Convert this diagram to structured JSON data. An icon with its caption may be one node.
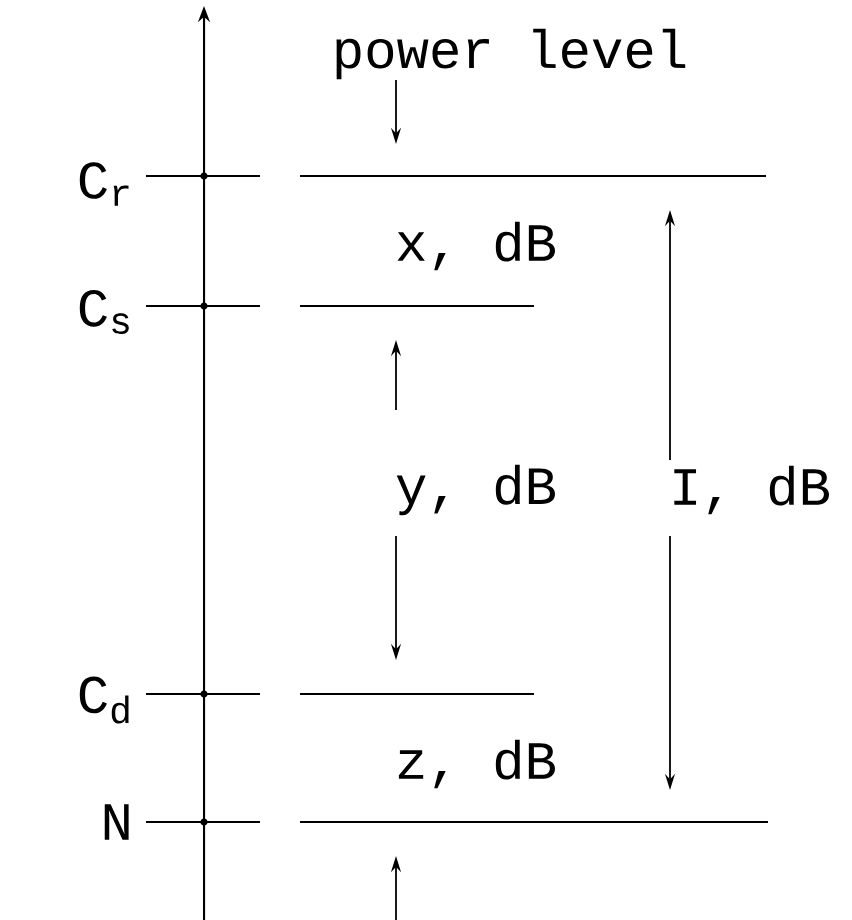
{
  "diagram": {
    "labels": [
      "power level",
      "C$_{r}$",
      "x, dB",
      "C$_{s}$",
      "y, dB",
      "I, dB",
      "C$_{d}$",
      "z, dB",
      "N"
    ]
  }
}
